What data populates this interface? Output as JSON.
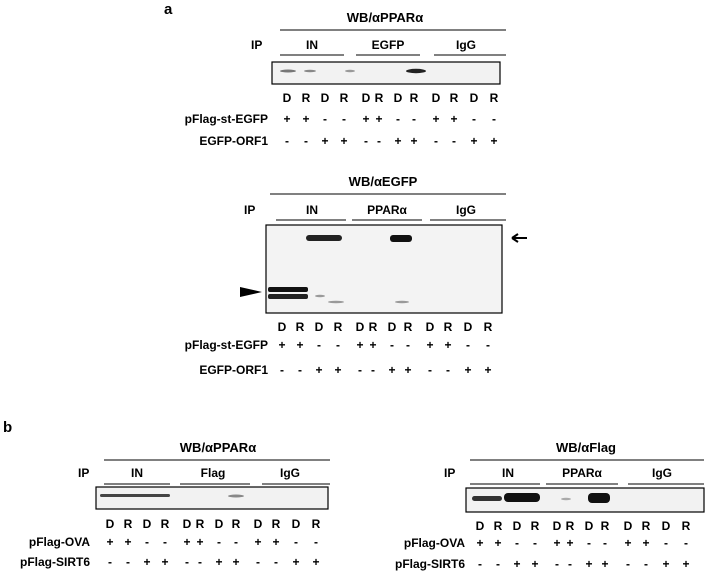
{
  "figure": {
    "panel_a_label": "a",
    "panel_b_label": "b",
    "ip_label": "IP",
    "lane_labels": [
      "D",
      "R",
      "D",
      "R",
      "D",
      "R",
      "D",
      "R",
      "D",
      "R",
      "D",
      "R"
    ],
    "blots": [
      {
        "id": "a-top",
        "wb_label": "WB/αPPARα",
        "ip_groups": [
          "IN",
          "EGFP",
          "IgG"
        ],
        "rows": [
          {
            "label": "pFlag-st-EGFP",
            "signs": [
              "+",
              "+",
              "-",
              "-",
              "+",
              "+",
              "-",
              "-",
              "+",
              "+",
              "-",
              "-"
            ]
          },
          {
            "label": "EGFP-ORF1",
            "signs": [
              "-",
              "-",
              "+",
              "+",
              "-",
              "-",
              "+",
              "+",
              "-",
              "-",
              "+",
              "+"
            ]
          }
        ]
      },
      {
        "id": "a-bottom",
        "wb_label": "WB/αEGFP",
        "ip_groups": [
          "IN",
          "PPARα",
          "IgG"
        ],
        "markers": [
          "right-arrow",
          "left-arrowhead"
        ],
        "rows": [
          {
            "label": "pFlag-st-EGFP",
            "signs": [
              "+",
              "+",
              "-",
              "-",
              "+",
              "+",
              "-",
              "-",
              "+",
              "+",
              "-",
              "-"
            ]
          },
          {
            "label": "EGFP-ORF1",
            "signs": [
              "-",
              "-",
              "+",
              "+",
              "-",
              "-",
              "+",
              "+",
              "-",
              "-",
              "+",
              "+"
            ]
          }
        ]
      },
      {
        "id": "b-left",
        "wb_label": "WB/αPPARα",
        "ip_groups": [
          "IN",
          "Flag",
          "IgG"
        ],
        "rows": [
          {
            "label": "pFlag-OVA",
            "signs": [
              "+",
              "+",
              "-",
              "-",
              "+",
              "+",
              "-",
              "-",
              "+",
              "+",
              "-",
              "-"
            ]
          },
          {
            "label": "pFlag-SIRT6",
            "signs": [
              "-",
              "-",
              "+",
              "+",
              "-",
              "-",
              "+",
              "+",
              "-",
              "-",
              "+",
              "+"
            ]
          }
        ]
      },
      {
        "id": "b-right",
        "wb_label": "WB/αFlag",
        "ip_groups": [
          "IN",
          "PPARα",
          "IgG"
        ],
        "rows": [
          {
            "label": "pFlag-OVA",
            "signs": [
              "+",
              "+",
              "-",
              "-",
              "+",
              "+",
              "-",
              "-",
              "+",
              "+",
              "-",
              "-"
            ]
          },
          {
            "label": "pFlag-SIRT6",
            "signs": [
              "-",
              "-",
              "+",
              "+",
              "-",
              "-",
              "+",
              "+",
              "-",
              "-",
              "+",
              "+"
            ]
          }
        ]
      }
    ]
  }
}
